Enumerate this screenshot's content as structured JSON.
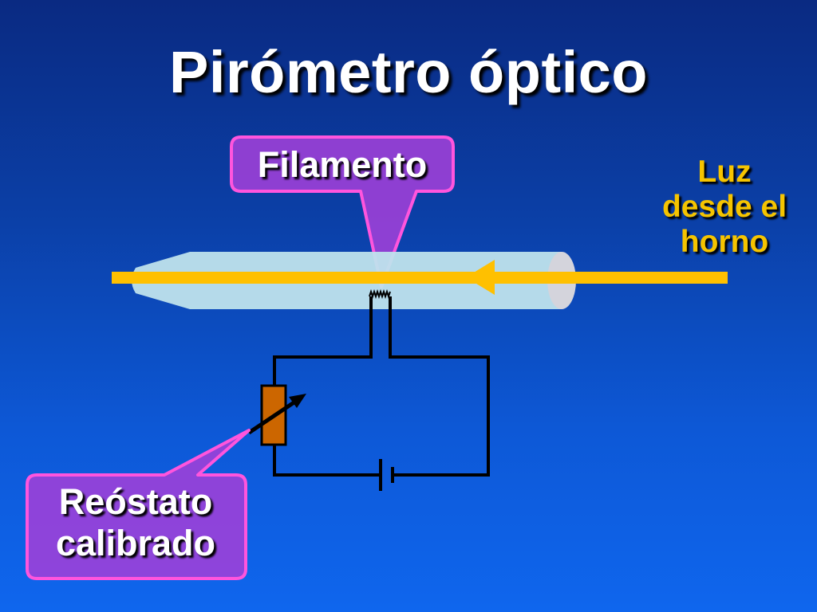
{
  "title": "Pirómetro óptico",
  "labels": {
    "filament": "Filamento",
    "light_line1": "Luz",
    "light_line2": "desde el",
    "light_line3": "horno",
    "rheostat_line1": "Reóstato",
    "rheostat_line2": "calibrado"
  },
  "colors": {
    "background_top": "#0a2a82",
    "background_bottom": "#0f66ee",
    "callout_fill": "#a040d8",
    "callout_border": "#ff55dd",
    "light_beam": "#ffc000",
    "tube": "#bfe3ec",
    "rheostat": "#cc6600",
    "wire": "#000000"
  }
}
